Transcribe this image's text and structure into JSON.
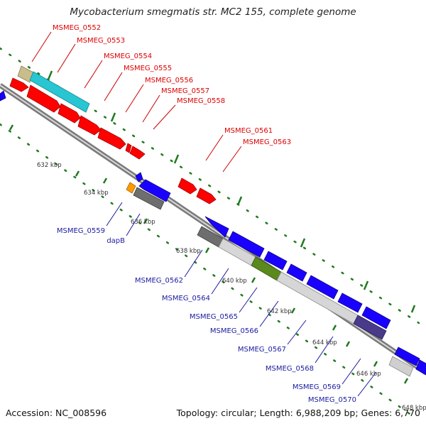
{
  "title": "Mycobacterium smegmatis str. MC2 155, complete genome",
  "footer": {
    "accession": "Accession: NC_008596",
    "summary": "Topology: circular; Length: 6,988,209 bp; Genes: 6,770"
  },
  "colors": {
    "forward_label": "#dd0000",
    "reverse_label": "#1a1aa0",
    "forward_gene": "#ff0000",
    "reverse_gene": "#1a00ff",
    "backbone": "#8a8a8a",
    "tick": "#1f7a1f"
  },
  "ticks": {
    "major": [
      {
        "label": "632 kbp"
      },
      {
        "label": "634 kbp"
      },
      {
        "label": "636 kbp"
      },
      {
        "label": "638 kbp"
      },
      {
        "label": "640 kbp"
      },
      {
        "label": "642 kbp"
      },
      {
        "label": "644 kbp"
      },
      {
        "label": "646 kbp"
      },
      {
        "label": "648 kbp"
      }
    ]
  },
  "forward_labels": [
    {
      "text": "MSMEG_0552"
    },
    {
      "text": "MSMEG_0553"
    },
    {
      "text": "MSMEG_0554"
    },
    {
      "text": "MSMEG_0555"
    },
    {
      "text": "MSMEG_0556"
    },
    {
      "text": "MSMEG_0557"
    },
    {
      "text": "MSMEG_0558"
    },
    {
      "text": "MSMEG_0561"
    },
    {
      "text": "MSMEG_0563"
    }
  ],
  "reverse_labels": [
    {
      "text": "MSMEG_0559"
    },
    {
      "text": "dapB"
    },
    {
      "text": "MSMEG_0562"
    },
    {
      "text": "MSMEG_0564"
    },
    {
      "text": "MSMEG_0565"
    },
    {
      "text": "MSMEG_0566"
    },
    {
      "text": "MSMEG_0567"
    },
    {
      "text": "MSMEG_0568"
    },
    {
      "text": "MSMEG_0569"
    },
    {
      "text": "MSMEG_0570"
    }
  ]
}
